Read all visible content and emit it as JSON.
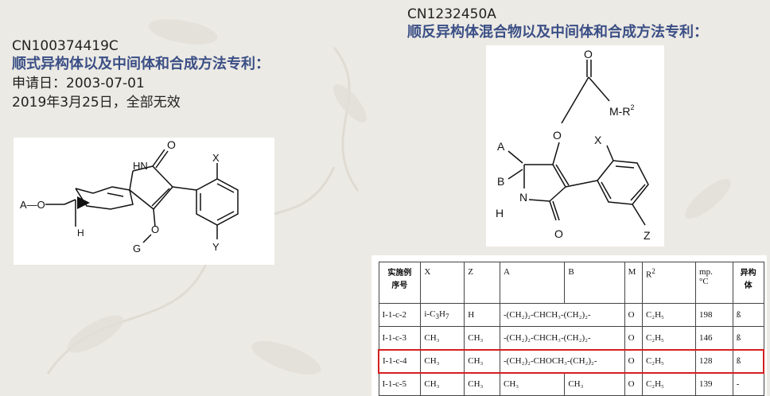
{
  "left_patent": {
    "patent_id": "CN100374419C",
    "title": "顺式异构体以及中间体和合成方法专利：",
    "filing_date": "申请日：2003-07-01",
    "status": "2019年3月25日，全部无效",
    "structure_labels": {
      "hn": "HN",
      "o_carbonyl": "O",
      "x": "X",
      "a_o": "A—O",
      "h": "H",
      "o_enol": "O",
      "g": "G",
      "y": "Y"
    }
  },
  "right_patent": {
    "patent_id": "CN1232450A",
    "title": "顺反异构体混合物以及中间体和合成方法专利：",
    "structure_labels": {
      "o_top": "O",
      "m": "M-R",
      "sup2": "2",
      "o_mid": "O",
      "a": "A",
      "x": "X",
      "b": "B",
      "n": "N",
      "h": "H",
      "o_bottom": "O",
      "z": "Z"
    }
  },
  "table": {
    "headers": {
      "example": [
        "实施例",
        "序号"
      ],
      "x": "X",
      "z": "Z",
      "a": "A",
      "b": "B",
      "m": "M",
      "r": "R",
      "r_sup": "2",
      "mp": [
        "mp.",
        "°C"
      ],
      "isomer": [
        "异构",
        "体"
      ]
    },
    "rows": [
      {
        "id": "I-1-c-2",
        "x": "i-C",
        "x_sub": "3",
        "x_tail": "H",
        "x_sub2": "7",
        "z": "H",
        "a": "-(CH₂)₂-CHCH₃-(CH₂)₂-",
        "m": "O",
        "r": "C₂H₅",
        "mp": "198",
        "iso": "ß"
      },
      {
        "id": "I-1-c-3",
        "x": "CH₃",
        "z": "CH₃",
        "a": "-(CH₂)₂-CHCH₃-(CH₂)₂-",
        "m": "O",
        "r": "C₂H₅",
        "mp": "146",
        "iso": "ß"
      },
      {
        "id": "I-1-c-4",
        "x": "CH₃",
        "z": "CH₃",
        "a": "-(CH₂)₂-CHOCH₃-(CH₂)₂-",
        "m": "O",
        "r": "C₂H₅",
        "mp": "128",
        "iso": "ß"
      },
      {
        "id": "I-1-c-5",
        "x": "CH₃",
        "z": "CH₃",
        "a": "CH₃",
        "b": "CH₃",
        "m": "O",
        "r": "C₂H₅",
        "mp": "139",
        "iso": "-"
      }
    ],
    "highlight_color": "#d42020"
  },
  "colors": {
    "title_blue": "#3b4f86",
    "background": "#eceae4"
  }
}
